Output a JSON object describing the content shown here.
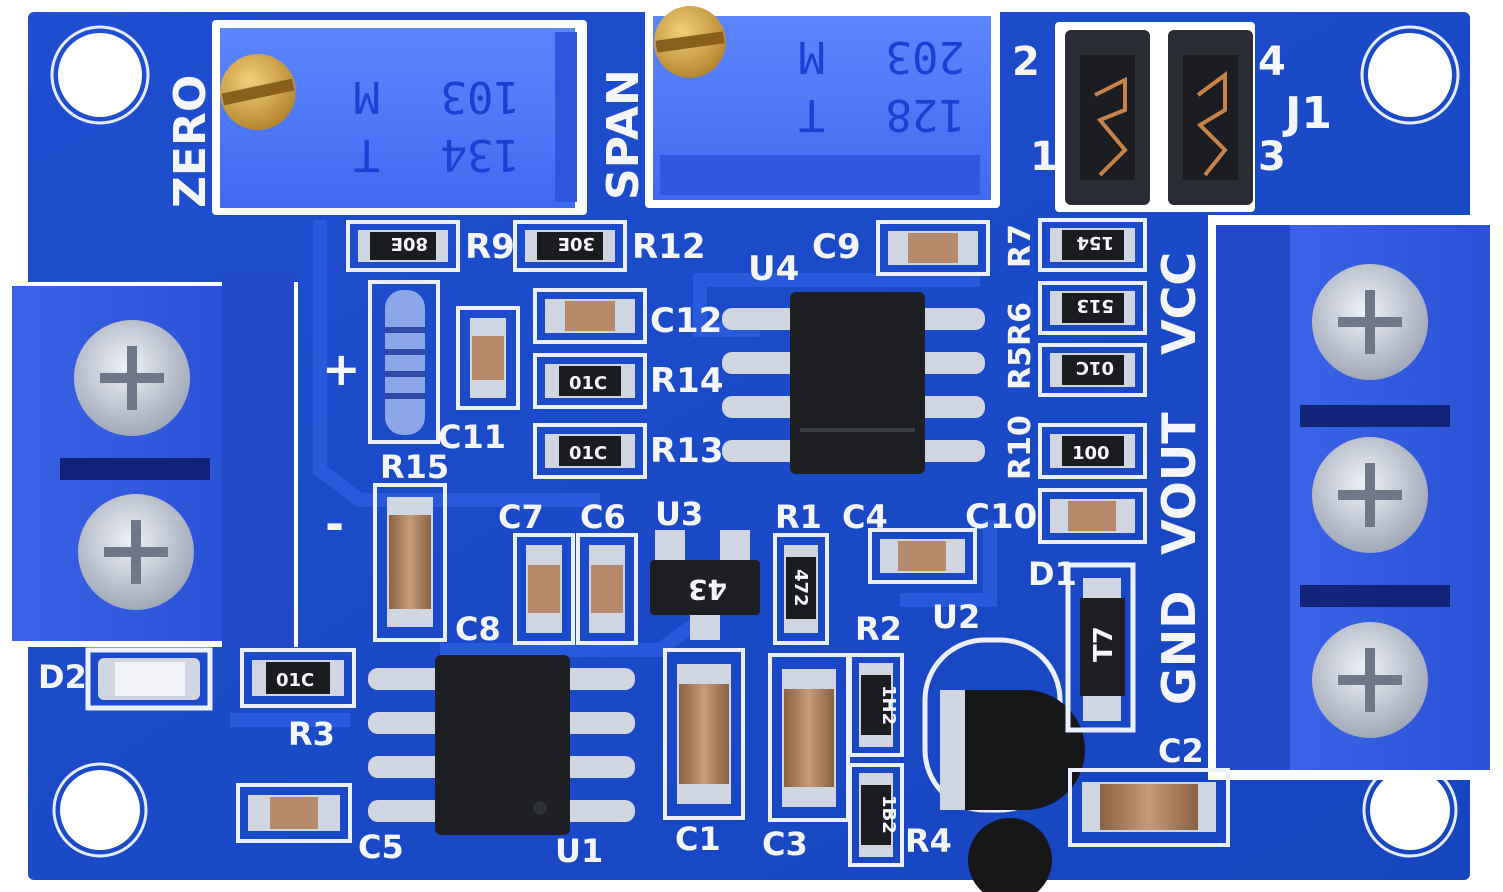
{
  "board": {
    "pot_zero": {
      "silk": "ZERO",
      "line1": "103",
      "line2": "M",
      "line3": "134",
      "line4": "T"
    },
    "pot_span": {
      "silk": "SPAN",
      "line1": "203",
      "line2": "M",
      "line3": "128",
      "line4": "T"
    },
    "jumper": {
      "label": "J1",
      "pins": [
        "2",
        "4",
        "1",
        "3"
      ]
    },
    "left_terminal": {
      "plus": "+",
      "minus": "-"
    },
    "right_terminal": {
      "vcc": "VCC",
      "vout": "VOUT",
      "gnd": "GND"
    },
    "refs": {
      "R9": "R9",
      "R12": "R12",
      "C9": "C9",
      "R7": "R7",
      "U4": "U4",
      "C12": "C12",
      "R14": "R14",
      "R13": "R13",
      "R5R6": "R5R6",
      "R10": "R10",
      "C10": "C10",
      "C11": "C11",
      "R15": "R15",
      "C7": "C7",
      "C6": "C6",
      "U3": "U3",
      "R1": "R1",
      "C4": "C4",
      "D1": "D1",
      "C8": "C8",
      "R2": "R2",
      "U2": "U2",
      "D2": "D2",
      "R3": "R3",
      "C5": "C5",
      "U1": "U1",
      "C1": "C1",
      "C3": "C3",
      "R4": "R4",
      "C2": "C2"
    },
    "codes": {
      "r9": "80E",
      "r12": "30E",
      "r7": "154",
      "r6": "513",
      "r5": "01C",
      "r14": "01C",
      "r13": "01C",
      "r10": "100",
      "r1": "472",
      "r3": "01C",
      "r2": "1H2",
      "r4": "1B2",
      "u3": "43",
      "d1": "T7"
    }
  }
}
